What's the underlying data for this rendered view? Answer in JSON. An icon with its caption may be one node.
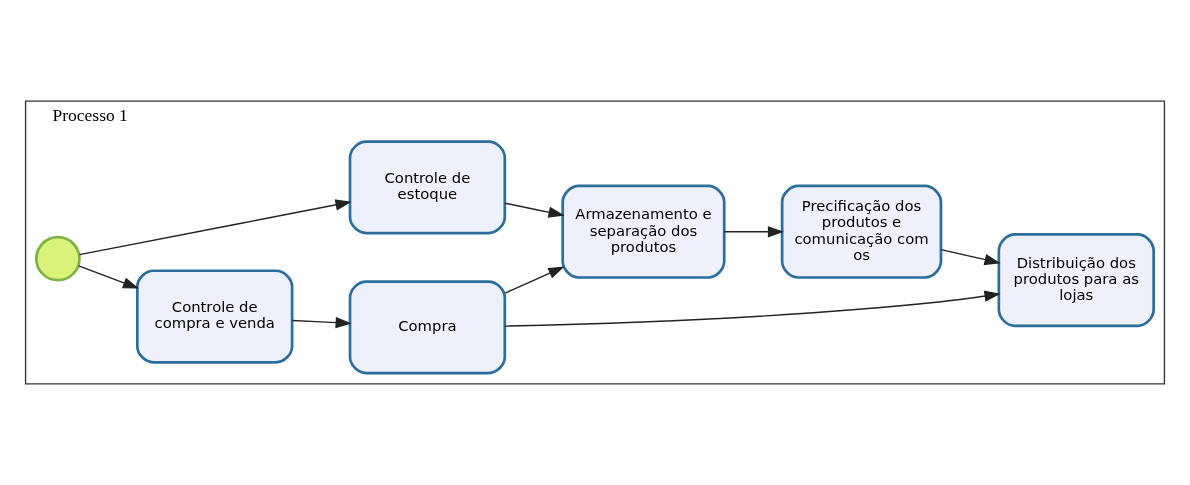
{
  "diagram": {
    "nodes": [
      {
        "text": [
          "Processo 1"
        ]
      },
      {
        "text": [],
        "shape": "circle",
        "in": 0
      },
      {
        "text": [
          "Controle de compra e venda"
        ],
        "in": 0
      },
      {
        "text": [
          "Compra"
        ],
        "in": 0
      },
      {
        "text": [
          "Controle de estoque"
        ],
        "in": 0
      },
      {
        "text": [
          "Armazenamento e separação dos produtos"
        ],
        "in": 0
      },
      {
        "text": [
          "Precificação dos produtos e comunicação com os"
        ],
        "in": 0
      },
      {
        "text": [
          "Distribuição dos produtos para as lojas"
        ],
        "in": 0
      }
    ],
    "edges": [
      {
        "from": 1,
        "to": 2,
        "arrow": "to"
      },
      {
        "from": 1,
        "to": 4,
        "arrow": "to"
      },
      {
        "from": 2,
        "to": 3,
        "arrow": "to"
      },
      {
        "from": 3,
        "to": 5,
        "arrow": "to"
      },
      {
        "from": 3,
        "to": 7,
        "arrow": "to"
      },
      {
        "from": 4,
        "to": 5,
        "arrow": "to"
      },
      {
        "from": 5,
        "to": 6,
        "arrow": "to"
      },
      {
        "from": 6,
        "to": 7,
        "arrow": "to"
      }
    ]
  }
}
